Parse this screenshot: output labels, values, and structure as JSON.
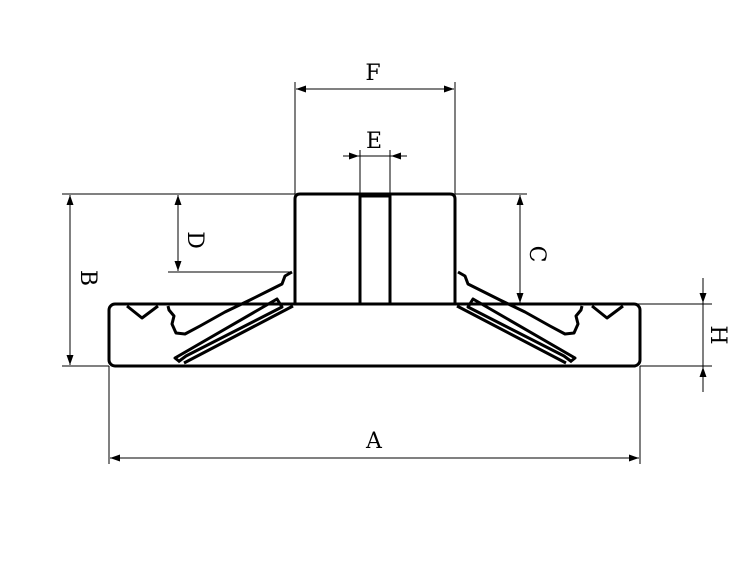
{
  "diagram": {
    "line_color": "#000000",
    "background": "#ffffff",
    "dimensions": {
      "A": "A",
      "B": "B",
      "C": "C",
      "D": "D",
      "E": "E",
      "F": "F",
      "H": "H"
    }
  }
}
